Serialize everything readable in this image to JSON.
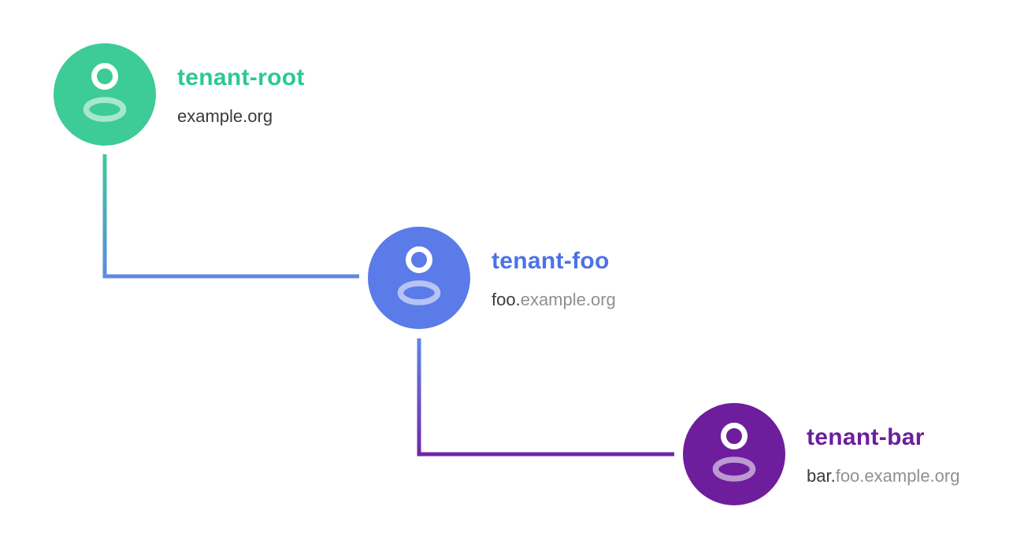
{
  "diagram": {
    "background": "#ffffff",
    "nodes": [
      {
        "id": "tenant-root",
        "title": "tenant-root",
        "domain_own": "example.org",
        "domain_inherited": "",
        "circle_color": "#3DCB97",
        "title_color": "#2BC990",
        "icon": "person-icon"
      },
      {
        "id": "tenant-foo",
        "title": "tenant-foo",
        "domain_own": "foo.",
        "domain_inherited": "example.org",
        "circle_color": "#5B7BE8",
        "title_color": "#4C72E6",
        "icon": "person-icon"
      },
      {
        "id": "tenant-bar",
        "title": "tenant-bar",
        "domain_own": "bar.",
        "domain_inherited": "foo.example.org",
        "circle_color": "#6E1E9D",
        "title_color": "#6B1F9C",
        "icon": "person-icon"
      }
    ],
    "connectors": [
      {
        "from": "tenant-root",
        "to": "tenant-foo",
        "color_start": "#3DCB97",
        "color_end": "#5C89E2"
      },
      {
        "from": "tenant-foo",
        "to": "tenant-bar",
        "color_start": "#5F87E8",
        "color_end": "#7126A8"
      }
    ],
    "text_colors": {
      "domain_own": "#3B3B3B",
      "domain_inherited": "#909090"
    }
  }
}
